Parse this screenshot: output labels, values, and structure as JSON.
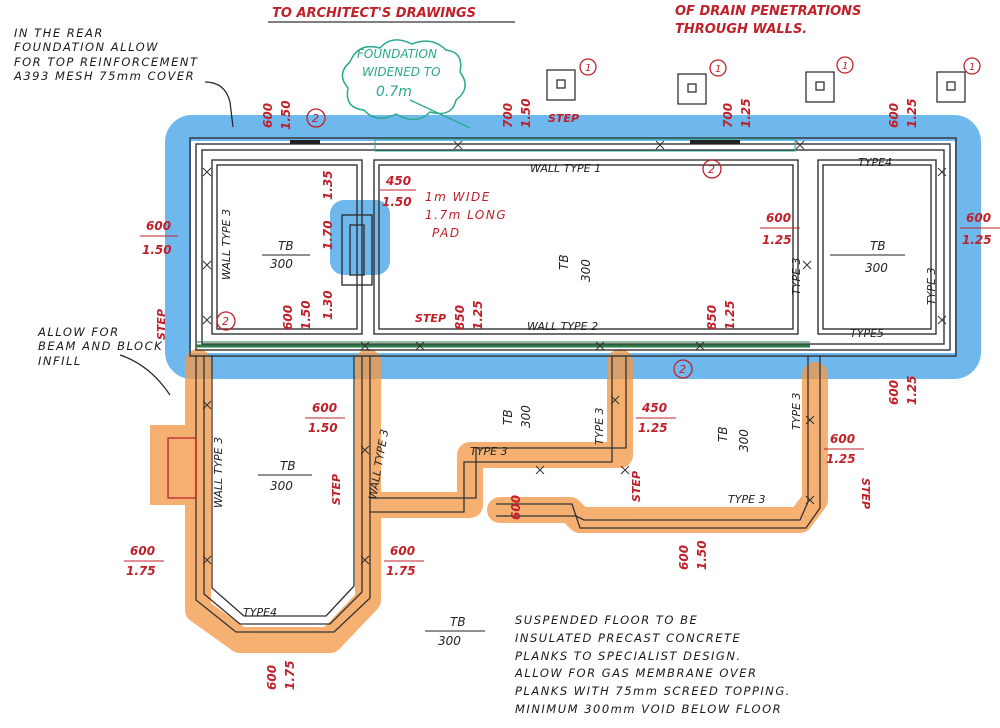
{
  "header": {
    "architects_line": "TO ARCHITECT'S  DRAWINGS",
    "drain_line1": "OF DRAIN PENETRATIONS",
    "drain_line2": "THROUGH WALLS."
  },
  "notes": {
    "rear_foundation": "IN THE REAR\nFOUNDATION ALLOW\nFOR TOP REINFORCEMENT\nA393 MESH 75mm COVER",
    "foundation_widened_1": "FOUNDATION",
    "foundation_widened_2": "WIDENED TO",
    "foundation_widened_3": "0.7m",
    "beam_block": "ALLOW FOR\nBEAM AND BLOCK\nINFILL",
    "pad_1": "1m WIDE",
    "pad_2": "1.7m LONG",
    "pad_3": "PAD",
    "suspended_floor": "SUSPENDED FLOOR TO BE\nINSULATED PRECAST CONCRETE\nPLANKS TO SPECIALIST DESIGN.\nALLOW FOR GAS MEMBRANE OVER\nPLANKS WITH 75mm SCREED TOPPING.\nMINIMUM 300mm VOID BELOW FLOOR"
  },
  "labels": {
    "wall_type_1": "WALL TYPE 1",
    "wall_type_2": "WALL TYPE 2",
    "wall_type_3": "WALL TYPE 3",
    "type_3": "TYPE 3",
    "type_4": "TYPE4",
    "type_5": "TYPE5",
    "step": "STEP",
    "tb": "TB",
    "tb_300": "300",
    "circle_1": "1",
    "circle_2": "2"
  },
  "dims": {
    "d600": "600",
    "d700": "700",
    "d450": "450",
    "d850": "850",
    "d150": "1.50",
    "d125": "1.25",
    "d175": "1.75",
    "d135": "1.35",
    "d130": "1.30",
    "d170": "1.70"
  },
  "colors": {
    "blue_highlight": "#3fa0e8",
    "orange_highlight": "#f39a4a",
    "wall_line": "#333333",
    "dimension_red": "#c0202a",
    "cloud_teal": "#2aa890"
  }
}
